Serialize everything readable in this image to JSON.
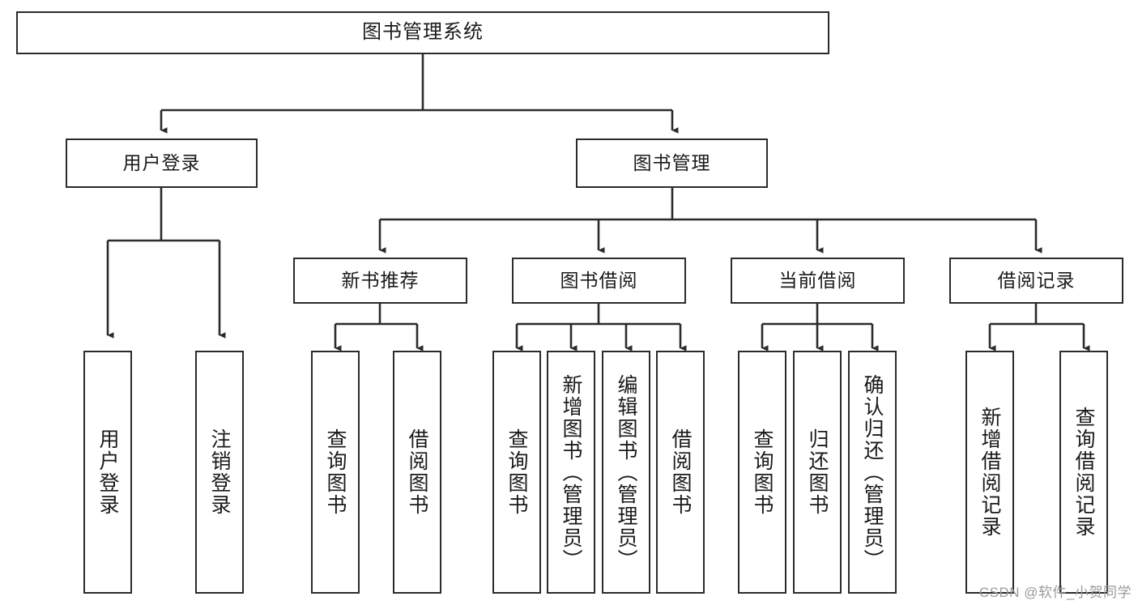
{
  "diagram": {
    "title": "图书管理系统",
    "watermark": "CSDN @软件_小贺同学",
    "colors": {
      "stroke": "#2b2b2b",
      "background": "#ffffff",
      "text": "#1a1a1a",
      "watermark": "#9a9a9a"
    },
    "levels": {
      "root": "图书管理系统",
      "level2": [
        "用户登录",
        "图书管理"
      ],
      "level3": [
        "新书推荐",
        "图书借阅",
        "当前借阅",
        "借阅记录"
      ]
    },
    "nodes": {
      "root": {
        "label": "图书管理系统"
      },
      "user_login": {
        "label": "用户登录"
      },
      "book_manage": {
        "label": "图书管理"
      },
      "new_book_rec": {
        "label": "新书推荐"
      },
      "book_borrow": {
        "label": "图书借阅"
      },
      "current_borrow": {
        "label": "当前借阅"
      },
      "borrow_record": {
        "label": "借阅记录"
      }
    },
    "leaves": {
      "user_login": [
        {
          "label": "用户登录"
        },
        {
          "label": "注销登录"
        }
      ],
      "new_book_rec": [
        {
          "label": "查询图书"
        },
        {
          "label": "借阅图书"
        }
      ],
      "book_borrow": [
        {
          "label": "查询图书"
        },
        {
          "label": "新增图书（管理员）"
        },
        {
          "label": "编辑图书（管理员）"
        },
        {
          "label": "借阅图书"
        }
      ],
      "current_borrow": [
        {
          "label": "查询图书"
        },
        {
          "label": "归还图书"
        },
        {
          "label": "确认归还（管理员）"
        }
      ],
      "borrow_record": [
        {
          "label": "新增借阅记录"
        },
        {
          "label": "查询借阅记录"
        }
      ]
    }
  }
}
